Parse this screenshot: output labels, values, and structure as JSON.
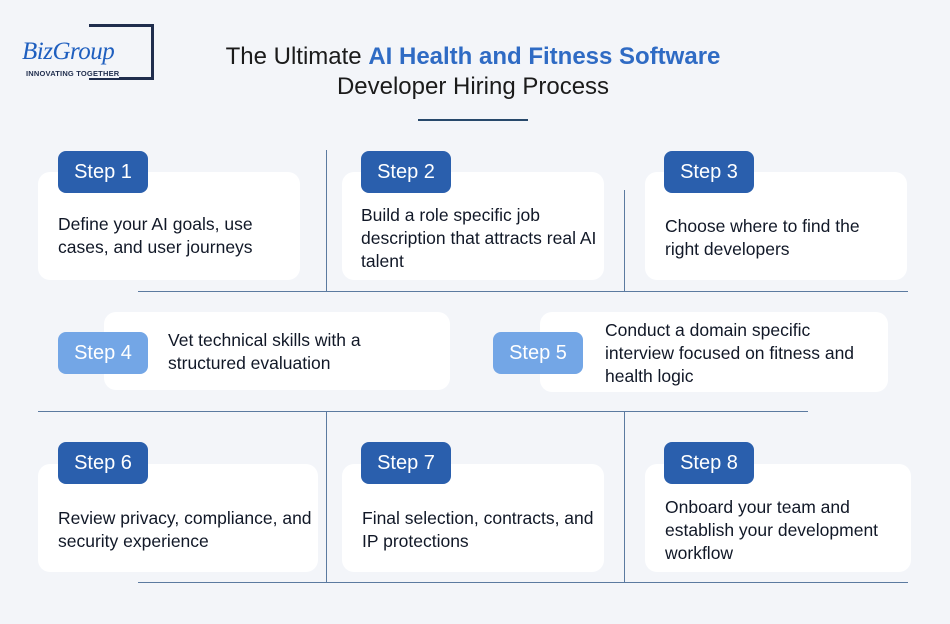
{
  "logo": {
    "name": "BizGroup",
    "tagline": "INNOVATING TOGETHER"
  },
  "title": {
    "prefix": "The Ultimate ",
    "highlight": "AI Health and Fitness Software",
    "line2": "Developer Hiring Process"
  },
  "colors": {
    "accent": "#2f6bc4",
    "badge_dark": "#2a5fad",
    "badge_light": "#73a6e6",
    "connector": "#5b7aa0"
  },
  "steps": [
    {
      "label": "Step 1",
      "text": "Define your AI goals, use cases, and user journeys"
    },
    {
      "label": "Step 2",
      "text": "Build a role specific job description that attracts real AI talent"
    },
    {
      "label": "Step 3",
      "text": "Choose where to find the right developers"
    },
    {
      "label": "Step 4",
      "text": "Vet technical skills with a structured evaluation"
    },
    {
      "label": "Step 5",
      "text": "Conduct a domain specific interview focused on fitness and health logic"
    },
    {
      "label": "Step 6",
      "text": "Review privacy, compliance, and security experience"
    },
    {
      "label": "Step 7",
      "text": "Final selection, contracts, and IP protections"
    },
    {
      "label": "Step 8",
      "text": "Onboard your team and establish your development workflow"
    }
  ]
}
